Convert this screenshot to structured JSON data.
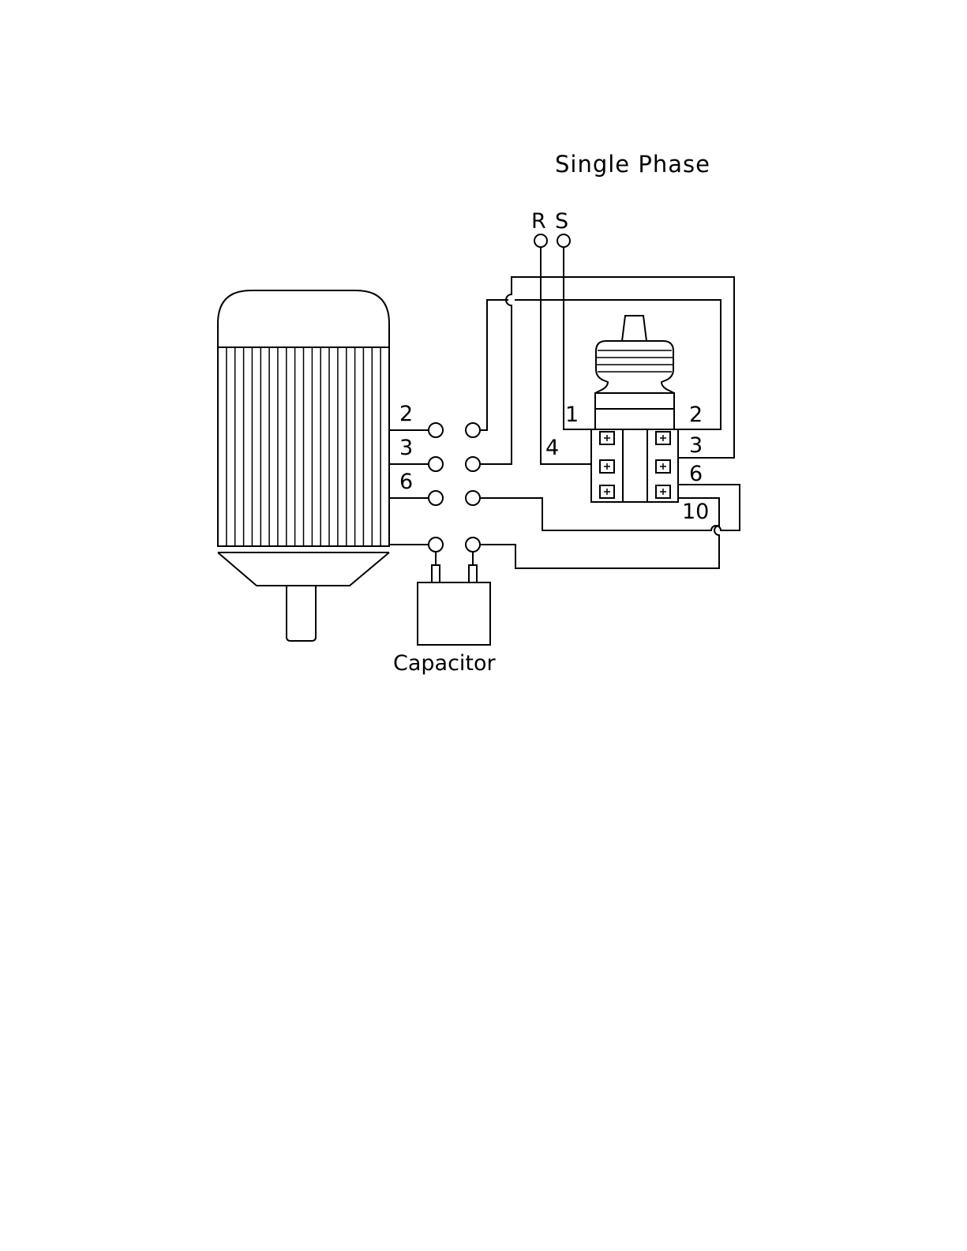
{
  "title": "Single Phase",
  "supply": {
    "r_label": "R",
    "s_label": "S"
  },
  "motor_terminals": [
    "2",
    "3",
    "6"
  ],
  "switch_terminals": {
    "left_top": "1",
    "left_middle": "4",
    "right_top": "2",
    "right_middle": "3",
    "right_bottom_upper": "6",
    "right_bottom_lower": "10"
  },
  "capacitor": {
    "label": "Capacitor"
  }
}
